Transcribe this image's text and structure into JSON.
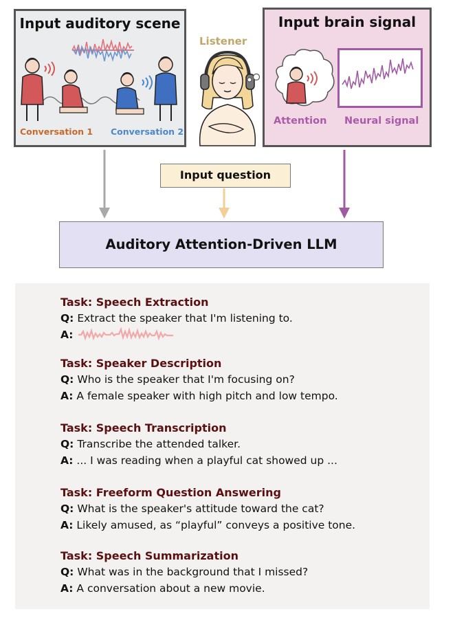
{
  "scene": {
    "title": "Input auditory scene",
    "conversation1_label": "Conversation 1",
    "conversation2_label": "Conversation 2"
  },
  "brain": {
    "title": "Input brain signal",
    "attention_label": "Attention",
    "neural_label": "Neural signal"
  },
  "listener_label": "Listener",
  "question_label": "Input question",
  "llm_label": "Auditory Attention-Driven LLM",
  "tasks": [
    {
      "title": "Task: Speech Extraction",
      "q_prefix": "Q:",
      "q": "Extract the speaker that I'm listening to.",
      "a_prefix": "A:",
      "a": ""
    },
    {
      "title": "Task: Speaker Description",
      "q_prefix": "Q:",
      "q": "Who is the speaker that I'm focusing on?",
      "a_prefix": "A:",
      "a": "A female speaker with high pitch and low tempo."
    },
    {
      "title": "Task: Speech Transcription",
      "q_prefix": "Q:",
      "q": "Transcribe the attended talker.",
      "a_prefix": "A:",
      "a": "... I was reading when a playful cat showed up ..."
    },
    {
      "title": "Task: Freeform Question Answering",
      "q_prefix": "Q:",
      "q": "What is the speaker's attitude toward the cat?",
      "a_prefix": "A:",
      "a": "Likely amused, as “playful” conveys a positive tone."
    },
    {
      "title": "Task: Speech Summarization",
      "q_prefix": "Q:",
      "q": "What was in the background that I missed?",
      "a_prefix": "A:",
      "a": "A conversation about a new movie."
    }
  ],
  "colors": {
    "scene_arrow": "#a8a8a8",
    "question_arrow": "#f2cf98",
    "brain_arrow": "#a05aa4",
    "task_title": "#5a1010",
    "conversation1": "#c56a2c",
    "conversation2": "#4d88c8",
    "attention": "#a95aa8",
    "extraction_wave": "#f0a8a8"
  },
  "icons": {
    "speaker_person": "person-icon",
    "sound_waves": "sound-wave-icon",
    "audio_waveform": "waveform-icon",
    "listener": "listener-headphones-icon",
    "thought_bubble": "thought-bubble-icon",
    "neural_trace": "neural-signal-icon"
  }
}
